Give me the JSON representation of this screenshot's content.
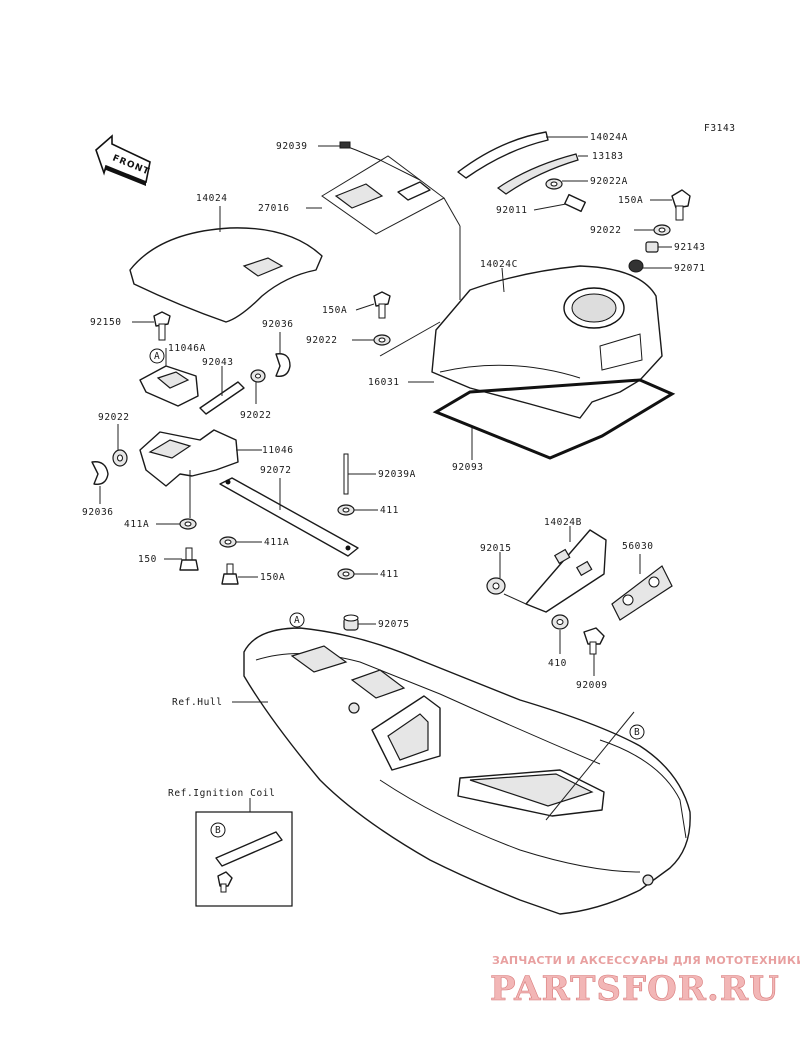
{
  "diagram": {
    "code": "F3143",
    "front_label": "FRONT",
    "ref_hull": "Ref.Hull",
    "ref_ignition_coil": "Ref.Ignition Coil",
    "callout_a": "A",
    "callout_b": "B"
  },
  "parts": {
    "p92039": "92039",
    "p14024A": "14024A",
    "p13183": "13183",
    "p92022A": "92022A",
    "p92011": "92011",
    "p150A_top": "150A",
    "p92022_top": "92022",
    "p92143": "92143",
    "p92071": "92071",
    "p14024": "14024",
    "p27016": "27016",
    "p14024C": "14024C",
    "p150A_mid": "150A",
    "p92022_mid": "92022",
    "p16031": "16031",
    "p92093": "92093",
    "p92150": "92150",
    "p11046A": "11046A",
    "p92043": "92043",
    "p92036_top": "92036",
    "p92022_left": "92022",
    "p92022_small": "92022",
    "p11046": "11046",
    "p92072": "92072",
    "p92039A": "92039A",
    "p92036_left": "92036",
    "p411A_left": "411A",
    "p411_top": "411",
    "p411A_mid": "411A",
    "p150": "150",
    "p150A_low": "150A",
    "p411_low": "411",
    "p92075": "92075",
    "p14024B": "14024B",
    "p92015": "92015",
    "p56030": "56030",
    "p410": "410",
    "p92009": "92009"
  },
  "watermark": {
    "tagline": "ЗАПЧАСТИ И АКСЕССУАРЫ ДЛЯ МОТОТЕХНИКИ",
    "logo": "PARTSFOR.RU"
  }
}
